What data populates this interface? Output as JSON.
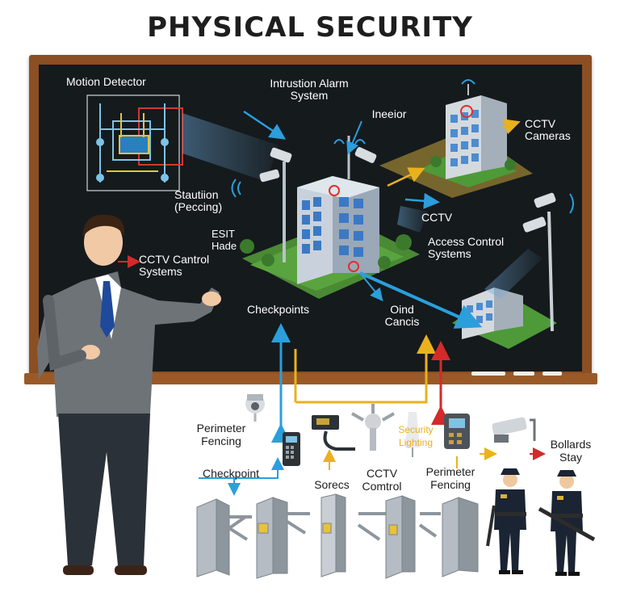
{
  "title": "PHYSICAL SECURITY",
  "board_labels": {
    "motion_detector": "Motion Detector",
    "intrusion_alarm": "Intrustion Alarm\nSystem",
    "ineeior": "Ineeior",
    "cctv_cameras": "CCTV\nCameras",
    "stautiion": "Stautiion\n(Peccing)",
    "cctv": "CCTV",
    "esit_hade": "ESIT\nHade",
    "access_control": "Access Control\nSystems",
    "cctv_cantrol": "CCTV Cantrol\nSystems",
    "checkpoints": "Checkpoints",
    "oind_cancis": "Oind\nCancis"
  },
  "lower_labels": {
    "perimeter_fencing_left": "Perimeter\nFencing",
    "security_lighting": "Security\nLighting",
    "bollards_stay": "Bollards\nStay",
    "checkpoint": "Checkpoint",
    "sorecs": "Sorecs",
    "cctv_comtrol": "CCTV\nComtrol",
    "perimeter_fencing_right": "Perimeter\nFencing"
  },
  "colors": {
    "board": "#151a1d",
    "frame": "#8a4f22",
    "arrow_blue": "#2a9fdc",
    "arrow_yellow": "#e9b21d",
    "arrow_red": "#d42a2a",
    "suit": "#6e7378",
    "tie": "#1f4a9c",
    "guard_uniform": "#1a2433"
  },
  "icons": [
    "motion-detector-circuit-icon",
    "building-icon",
    "cctv-camera-icon",
    "turnstile-icon",
    "security-guard-icon",
    "keypad-icon",
    "lamp-icon",
    "card-reader-icon",
    "dome-camera-icon"
  ]
}
